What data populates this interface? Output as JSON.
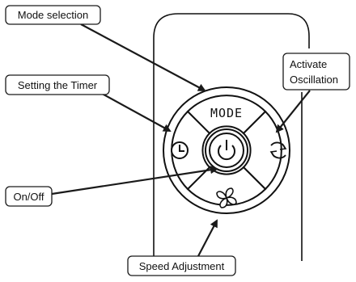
{
  "callouts": {
    "mode_selection": "Mode selection",
    "setting_timer": "Setting the Timer",
    "activate_oscillation_line1": "Activate",
    "activate_oscillation_line2": "Oscillation",
    "on_off": "On/Off",
    "speed_adjustment": "Speed Adjustment"
  },
  "remote": {
    "mode_button_label": "MODE",
    "timer_icon": "clock-icon",
    "power_icon": "power-icon",
    "oscillation_icon": "rotate-arrows-icon",
    "speed_icon": "fan-icon"
  }
}
